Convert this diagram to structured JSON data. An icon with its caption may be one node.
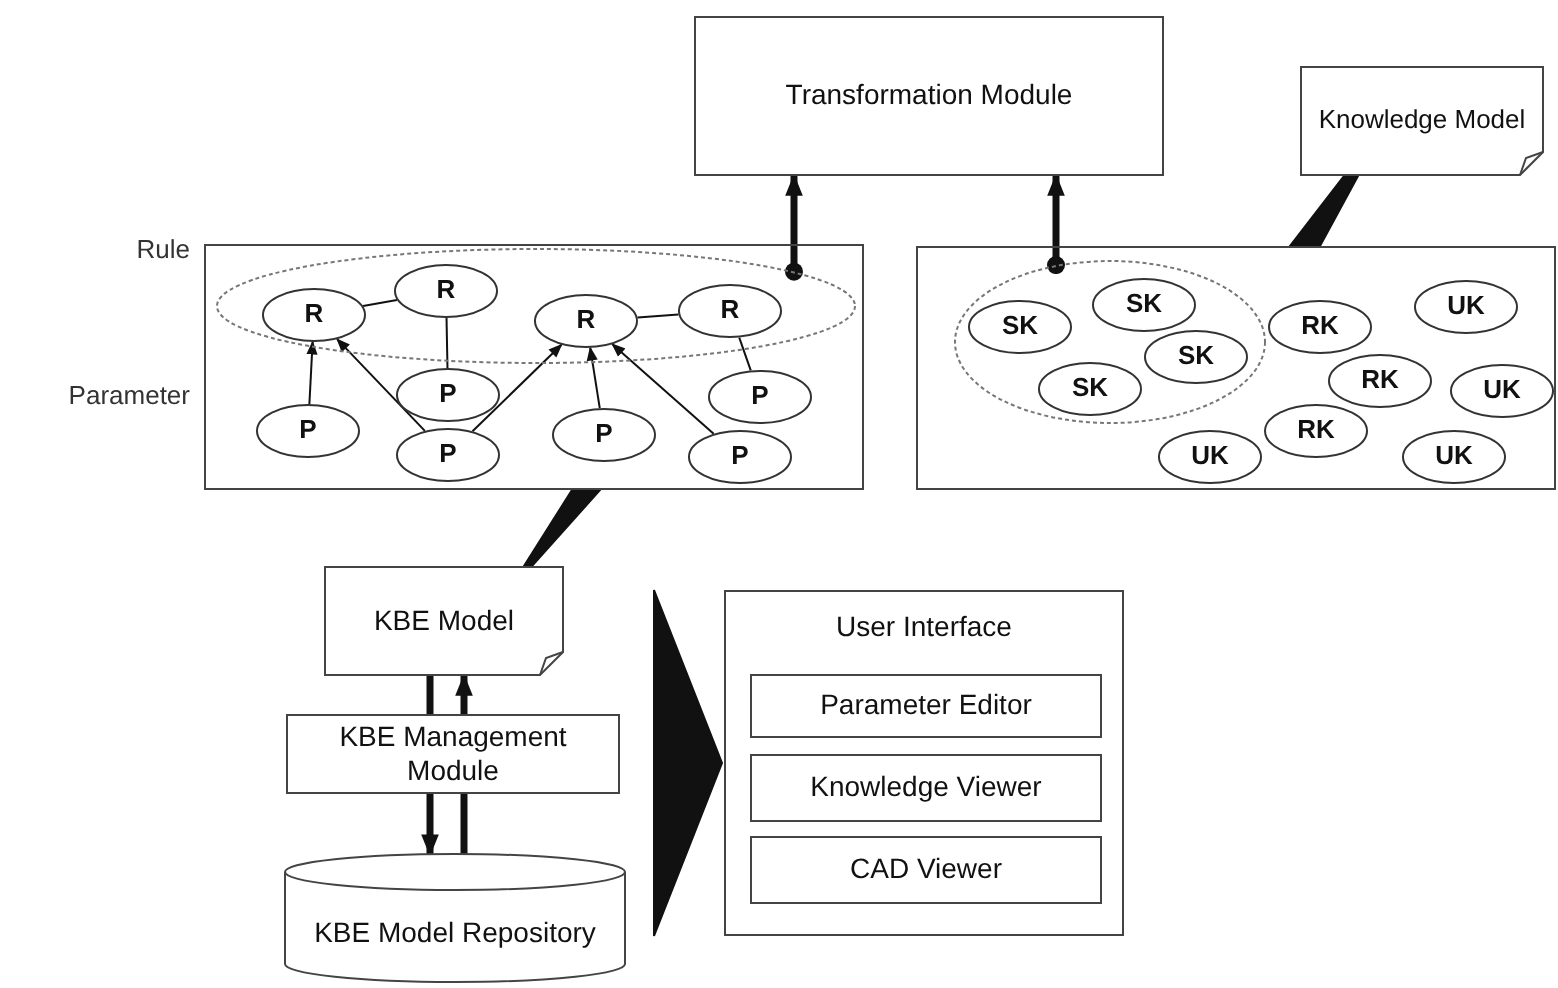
{
  "diagram": {
    "nodes": [
      {
        "text": [
          "Transformation Module"
        ]
      },
      {
        "text": [
          "Knowledge Model"
        ]
      },
      {
        "text": [],
        "shape": "box"
      },
      {
        "text": [],
        "shape": "ellipse",
        "in": 2
      },
      {
        "text": [
          "R"
        ],
        "in": 3
      },
      {
        "text": [
          "R"
        ],
        "in": 3
      },
      {
        "text": [
          "R"
        ],
        "in": 3
      },
      {
        "text": [
          "R"
        ],
        "in": 3
      },
      {
        "text": [
          "P"
        ],
        "in": 2
      },
      {
        "text": [
          "P"
        ],
        "in": 2
      },
      {
        "text": [
          "P"
        ],
        "in": 2
      },
      {
        "text": [
          "P"
        ],
        "in": 2
      },
      {
        "text": [
          "P"
        ],
        "in": 2
      },
      {
        "text": [
          "P"
        ],
        "in": 2
      },
      {
        "text": [],
        "shape": "box"
      },
      {
        "text": [],
        "shape": "ellipse",
        "in": 14
      },
      {
        "text": [
          "SK"
        ],
        "in": 15
      },
      {
        "text": [
          "SK"
        ],
        "in": 15
      },
      {
        "text": [
          "SK"
        ],
        "in": 15
      },
      {
        "text": [
          "SK"
        ],
        "in": 15
      },
      {
        "text": [
          "RK"
        ],
        "in": 14
      },
      {
        "text": [
          "RK"
        ],
        "in": 14
      },
      {
        "text": [
          "RK"
        ],
        "in": 14
      },
      {
        "text": [
          "UK"
        ],
        "in": 14
      },
      {
        "text": [
          "UK"
        ],
        "in": 14
      },
      {
        "text": [
          "UK"
        ],
        "in": 14
      },
      {
        "text": [
          "UK"
        ],
        "in": 14
      },
      {
        "text": [
          "KBE Model"
        ]
      },
      {
        "text": [
          "KBE Management Module"
        ]
      },
      {
        "text": [
          "KBE Model Repository"
        ]
      },
      {
        "text": [
          "User Interface"
        ]
      },
      {
        "text": [
          "Parameter Editor"
        ],
        "in": 30
      },
      {
        "text": [
          "Knowledge Viewer"
        ],
        "in": 30
      },
      {
        "text": [
          "CAD Viewer"
        ],
        "in": 30
      }
    ],
    "edges": [
      {
        "from": 3,
        "to": 0,
        "arrow": "to",
        "style": "thick"
      },
      {
        "from": 15,
        "to": 0,
        "arrow": "to",
        "style": "thick"
      },
      {
        "from": 1,
        "to": 14,
        "arrow": "none",
        "style": "thick"
      },
      {
        "from": 2,
        "to": 27,
        "arrow": "none",
        "style": "thick"
      },
      {
        "from": 27,
        "to": 28,
        "arrow": "none",
        "style": "thick"
      },
      {
        "from": 28,
        "to": 27,
        "arrow": "to",
        "style": "thick"
      },
      {
        "from": 28,
        "to": 29,
        "arrow": "to",
        "style": "thick"
      },
      {
        "from": 28,
        "to": 29,
        "arrow": "none",
        "style": "thick"
      },
      {
        "from": 28,
        "to": 30,
        "arrow": "to",
        "style": "thick"
      },
      {
        "from": 4,
        "to": 5,
        "arrow": "none"
      },
      {
        "from": 6,
        "to": 7,
        "arrow": "none"
      },
      {
        "from": 5,
        "to": 9,
        "arrow": "none"
      },
      {
        "from": 7,
        "to": 12,
        "arrow": "none"
      },
      {
        "from": 8,
        "to": 4,
        "arrow": "to"
      },
      {
        "from": 10,
        "to": 4,
        "arrow": "to"
      },
      {
        "from": 10,
        "to": 6,
        "arrow": "to"
      },
      {
        "from": 11,
        "to": 6,
        "arrow": "to"
      },
      {
        "from": 13,
        "to": 6,
        "arrow": "to"
      }
    ],
    "labels": [
      "Rule",
      "Parameter"
    ]
  }
}
